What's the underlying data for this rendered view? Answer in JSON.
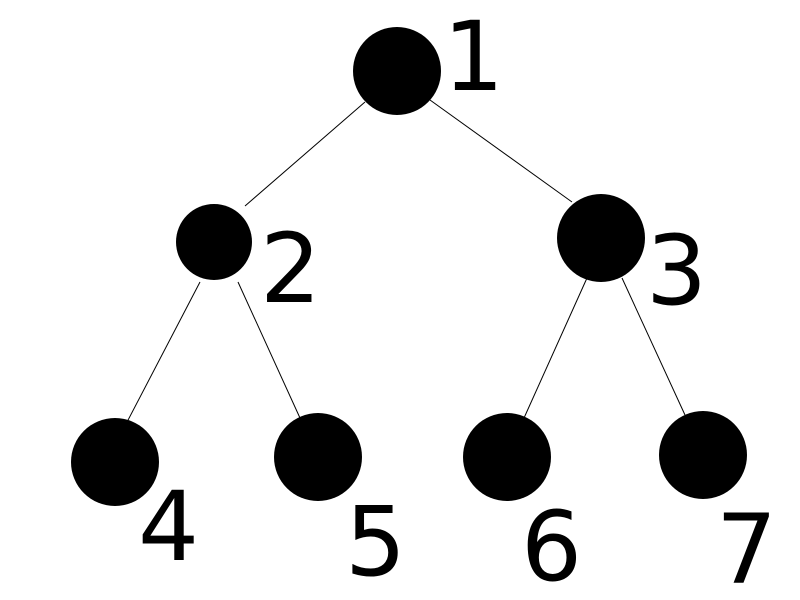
{
  "diagram": {
    "type": "binary-tree",
    "node_color": "#000000",
    "edge_color": "#000000",
    "nodes": [
      {
        "id": "1",
        "label": "1"
      },
      {
        "id": "2",
        "label": "2"
      },
      {
        "id": "3",
        "label": "3"
      },
      {
        "id": "4",
        "label": "4"
      },
      {
        "id": "5",
        "label": "5"
      },
      {
        "id": "6",
        "label": "6"
      },
      {
        "id": "7",
        "label": "7"
      }
    ],
    "edges": [
      {
        "from": "1",
        "to": "2"
      },
      {
        "from": "1",
        "to": "3"
      },
      {
        "from": "2",
        "to": "4"
      },
      {
        "from": "2",
        "to": "5"
      },
      {
        "from": "3",
        "to": "6"
      },
      {
        "from": "3",
        "to": "7"
      }
    ]
  }
}
